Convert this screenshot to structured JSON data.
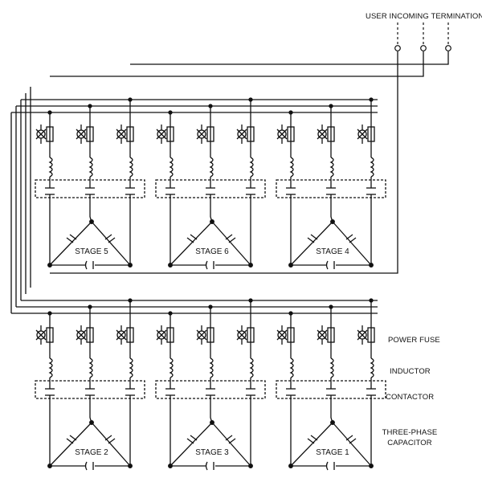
{
  "title": "USER INCOMING TERMINATIONS",
  "legend": {
    "power_fuse": "POWER FUSE",
    "inductor": "INDUCTOR",
    "contactor": "CONTACTOR",
    "three_phase_capacitor_line1": "THREE-PHASE",
    "three_phase_capacitor_line2": "CAPACITOR"
  },
  "stages_top": [
    {
      "label": "STAGE 5"
    },
    {
      "label": "STAGE 6"
    },
    {
      "label": "STAGE 4"
    }
  ],
  "stages_bottom": [
    {
      "label": "STAGE 2"
    },
    {
      "label": "STAGE 3"
    },
    {
      "label": "STAGE 1"
    }
  ]
}
